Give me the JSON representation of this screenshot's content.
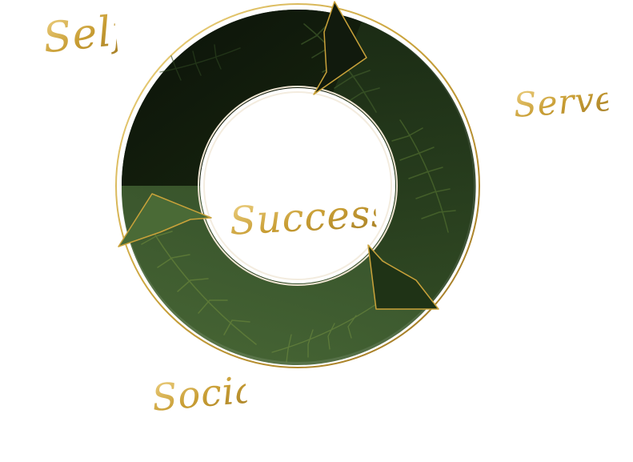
{
  "diagram": {
    "center_label": "Success",
    "stages": [
      {
        "id": "self",
        "label": "Self"
      },
      {
        "id": "serve",
        "label": "Serve"
      },
      {
        "id": "social",
        "label": "Social"
      }
    ]
  },
  "colors": {
    "gold": "#c9a23a",
    "gold_light": "#e9cf7a",
    "ring_dark": "#0f1a0c",
    "ring_mid": "#1f3318",
    "ring_green": "#3d5a2c",
    "inner_ring_line": "#efe6d6"
  }
}
